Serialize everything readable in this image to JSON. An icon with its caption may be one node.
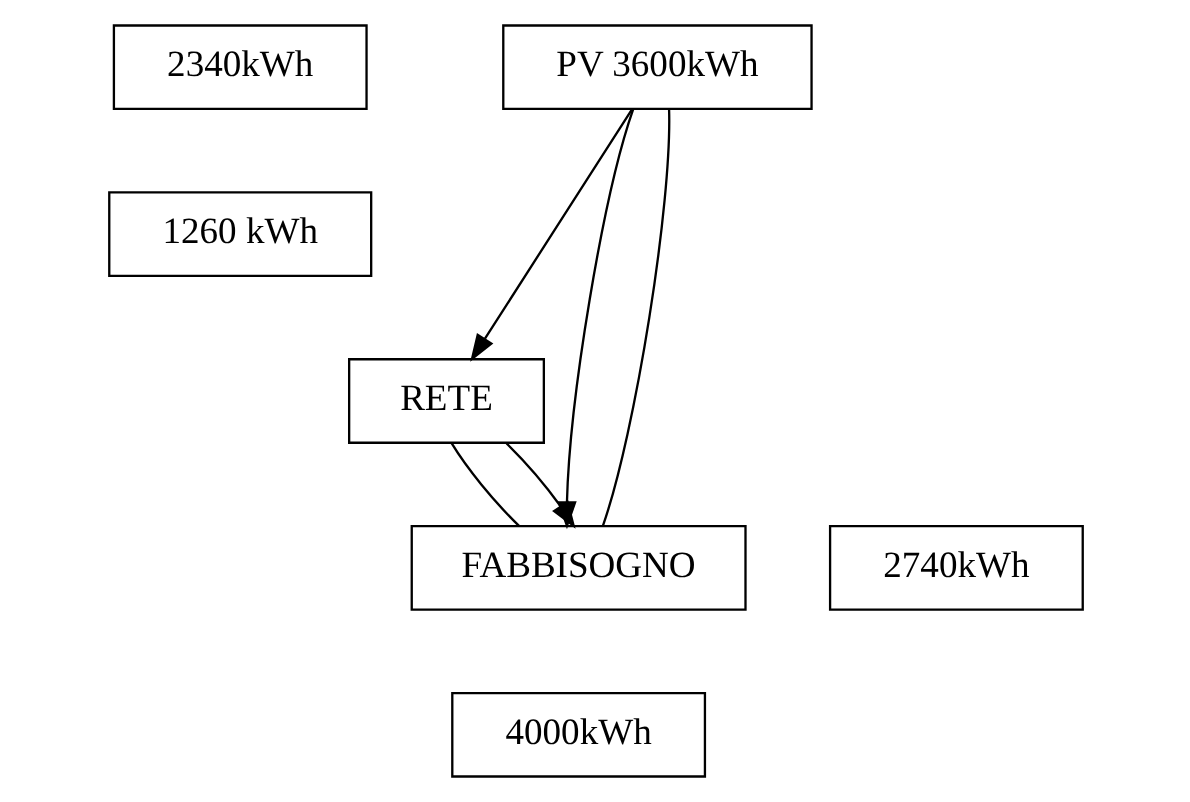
{
  "diagram": {
    "nodes": [
      {
        "text": [
          "PV 3600kWh"
        ]
      },
      {
        "text": [
          "2340kWh"
        ]
      },
      {
        "text": [
          "1260 kWh"
        ]
      },
      {
        "text": [
          "RETE"
        ]
      },
      {
        "text": [
          "2740kWh"
        ]
      },
      {
        "text": [
          "FABBISOGNO"
        ]
      },
      {
        "text": [
          "4000kWh"
        ]
      }
    ],
    "edges": [
      {
        "from": 0,
        "to": 3,
        "arrow": "to"
      },
      {
        "from": 0,
        "to": 5,
        "arrow": "to"
      },
      {
        "from": 0,
        "to": 5,
        "arrow": "none"
      },
      {
        "from": 3,
        "to": 5,
        "arrow": "none"
      },
      {
        "from": 3,
        "to": 5,
        "arrow": "to"
      }
    ]
  }
}
